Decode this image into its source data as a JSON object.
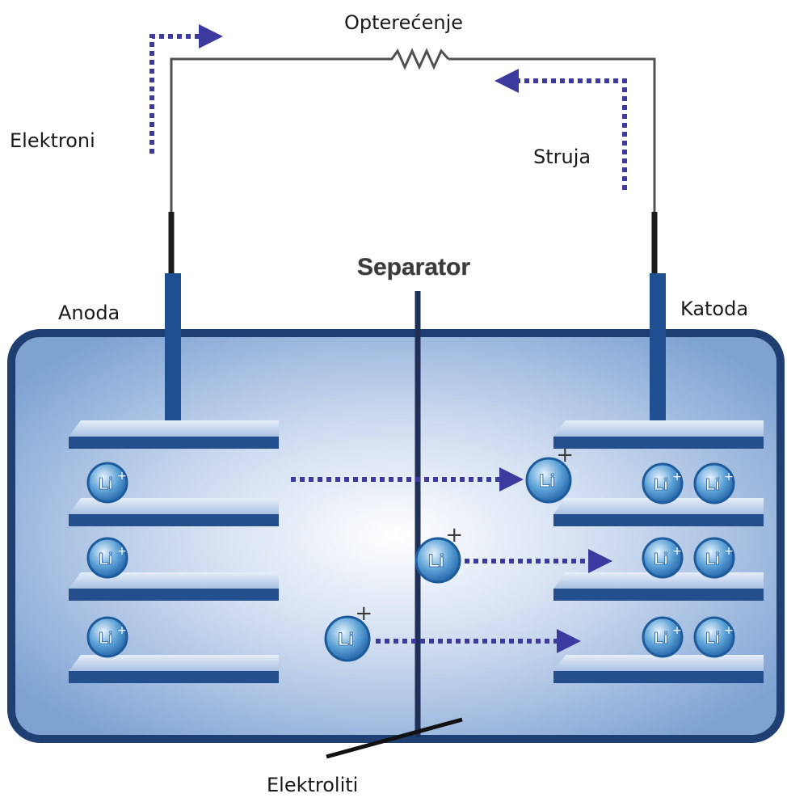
{
  "labels": {
    "load": "Opterećenje",
    "electrons": "Elektroni",
    "current": "Struja",
    "separator": "Separator",
    "anode": "Anoda",
    "cathode": "Katoda",
    "electrolyte": "Elektroliti",
    "ion_symbol": "Li",
    "ion_charge": "+"
  },
  "colors": {
    "cell_fill": "#8fb2dc",
    "cell_border": "#1f3f73",
    "electrode": "#1f4e91",
    "plate_top": "#b9cdea",
    "plate_front": "#244f8c",
    "ion": "#3a86c8",
    "arrow": "#3c3a9e",
    "wire": "#505050"
  }
}
